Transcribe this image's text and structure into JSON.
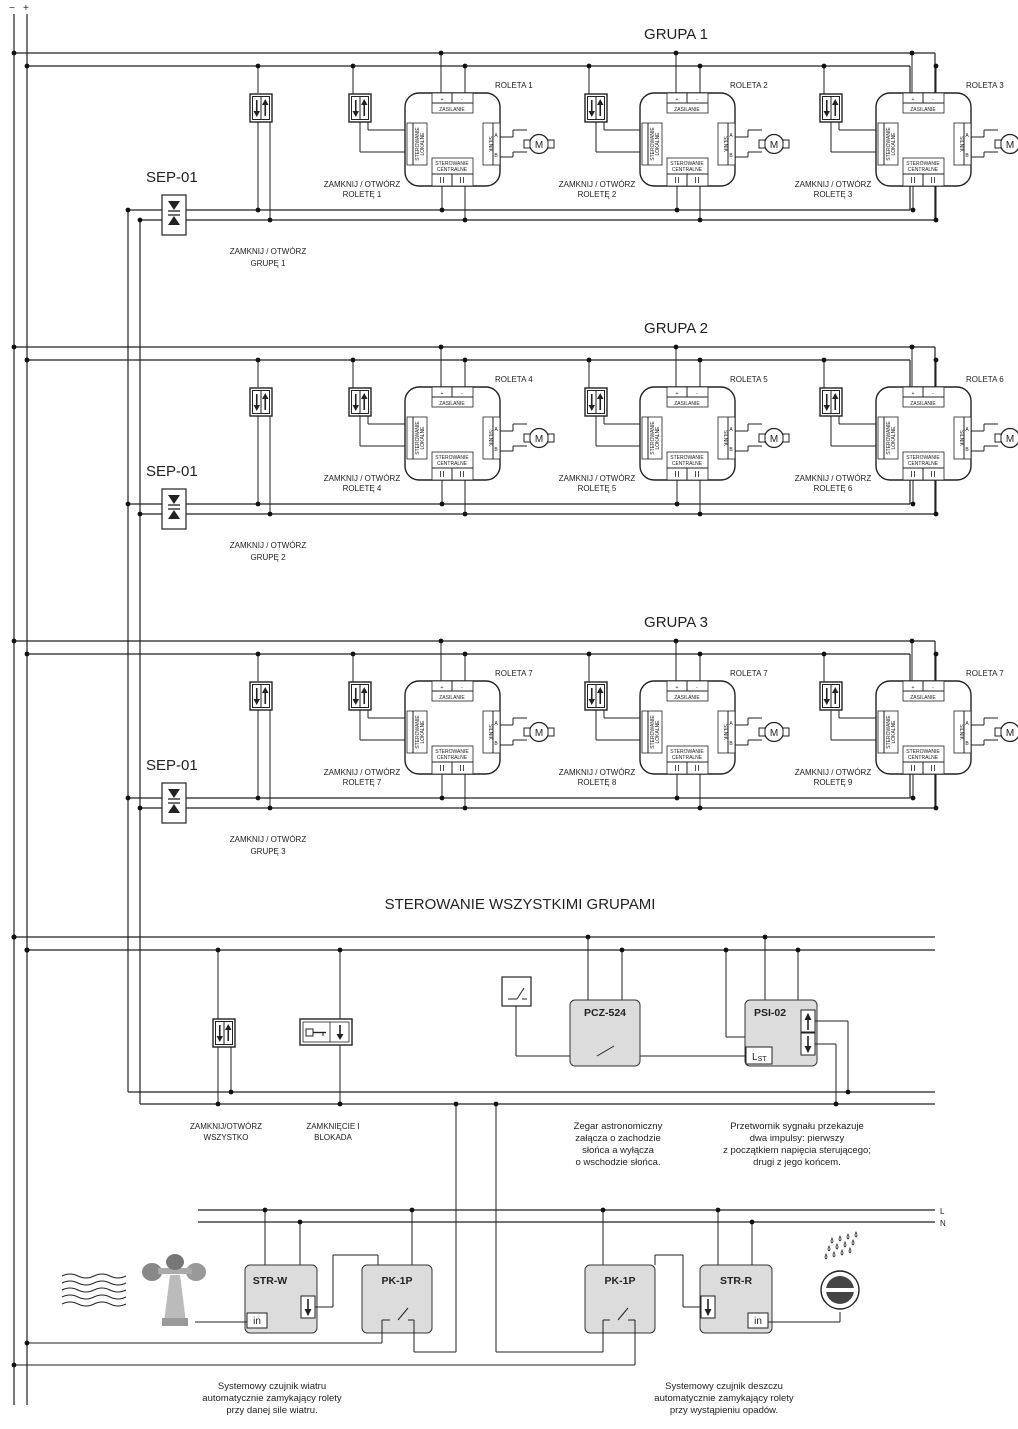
{
  "rails": {
    "minus": "−",
    "plus": "+"
  },
  "groups": [
    {
      "title": "GRUPA 1",
      "sep": "SEP-01",
      "group_label": [
        "ZAMKNIJ / OTWÓRZ",
        "GRUPĘ 1"
      ],
      "modules": [
        {
          "roleta": "ROLETA 1",
          "label": [
            "ZAMKNIJ / OTWÓRZ",
            "ROLETĘ 1"
          ]
        },
        {
          "roleta": "ROLETA 2",
          "label": [
            "ZAMKNIJ / OTWÓRZ",
            "ROLETĘ 2"
          ]
        },
        {
          "roleta": "ROLETA 3",
          "label": [
            "ZAMKNIJ / OTWÓRZ",
            "ROLETĘ 3"
          ]
        }
      ]
    },
    {
      "title": "GRUPA 2",
      "sep": "SEP-01",
      "group_label": [
        "ZAMKNIJ / OTWÓRZ",
        "GRUPĘ 2"
      ],
      "modules": [
        {
          "roleta": "ROLETA 4",
          "label": [
            "ZAMKNIJ / OTWÓRZ",
            "ROLETĘ 4"
          ]
        },
        {
          "roleta": "ROLETA 5",
          "label": [
            "ZAMKNIJ / OTWÓRZ",
            "ROLETĘ 5"
          ]
        },
        {
          "roleta": "ROLETA 6",
          "label": [
            "ZAMKNIJ / OTWÓRZ",
            "ROLETĘ 6"
          ]
        }
      ]
    },
    {
      "title": "GRUPA 3",
      "sep": "SEP-01",
      "group_label": [
        "ZAMKNIJ / OTWÓRZ",
        "GRUPĘ 3"
      ],
      "modules": [
        {
          "roleta": "ROLETA 7",
          "label": [
            "ZAMKNIJ / OTWÓRZ",
            "ROLETĘ 7"
          ]
        },
        {
          "roleta": "ROLETA 7",
          "label": [
            "ZAMKNIJ / OTWÓRZ",
            "ROLETĘ 8"
          ]
        },
        {
          "roleta": "ROLETA 7",
          "label": [
            "ZAMKNIJ / OTWÓRZ",
            "ROLETĘ 9"
          ]
        }
      ]
    }
  ],
  "module_text": {
    "zasilanie": "ZASILANIE",
    "plus": "+",
    "minus": "-",
    "local": [
      "STEROWANIE",
      "LOKALNE"
    ],
    "central": [
      "STEROWANIE",
      "CENTRALNE"
    ],
    "silnik": "SILNIK",
    "a": "A",
    "b": "B",
    "motor": "M"
  },
  "all_groups": {
    "title": "STEROWANIE WSZYSTKIMI GRUPAMI",
    "btn_all_label": [
      "ZAMKNIJ/OTWÓRZ",
      "WSZYSTKO"
    ],
    "key_label": [
      "ZAMKNIĘCIE I",
      "BLOKADA"
    ],
    "pcz": "PCZ-524",
    "psi": "PSI-02",
    "lst": "L",
    "lst_sub": "ST",
    "pcz_desc": [
      "Zegar astronomiczny",
      "załącza o zachodzie",
      "słońca a wyłącza",
      "o wschodzie słońca."
    ],
    "psi_desc": [
      "Przetwornik sygnału przekazuje",
      "dwa impulsy: pierwszy",
      "z początkiem napięcia sterującego;",
      "drugi z jego końcem."
    ]
  },
  "sensors": {
    "line_l": "L",
    "line_n": "N",
    "strw": "STR-W",
    "pk1": "PK-1P",
    "pk2": "PK-1P",
    "strr": "STR-R",
    "in1": "in",
    "in2": "in",
    "wind_desc": [
      "Systemowy czujnik wiatru",
      "automatycznie zamykający rolety",
      "przy danej sile wiatru."
    ],
    "rain_desc": [
      "Systemowy czujnik deszczu",
      "automatycznie zamykający rolety",
      "przy wystąpieniu opadów."
    ]
  }
}
